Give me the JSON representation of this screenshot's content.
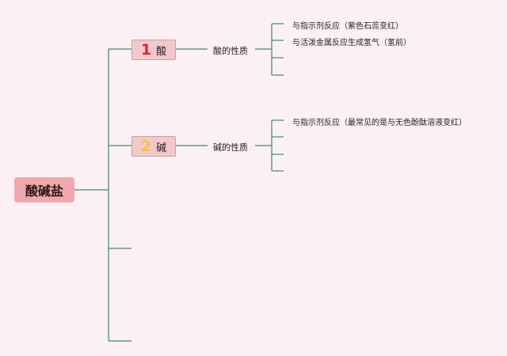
{
  "root": {
    "label": "酸碱盐"
  },
  "branches": [
    {
      "number": "1",
      "label": "酸",
      "child": "酸的性质",
      "leaves": [
        "与指示剂反应（紫色石蕊变红）",
        "与活泼金属反应生成氢气（氢前）",
        "",
        ""
      ]
    },
    {
      "number": "2",
      "label": "碱",
      "child": "碱的性质",
      "leaves": [
        "与指示剂反应（最常见的是与无色酚酞溶液变红）",
        "",
        "",
        ""
      ]
    }
  ],
  "colors": {
    "background": "#fbf0f3",
    "connector": "#3d8a78",
    "root_fill": "#f2a7ad",
    "branch_fill": "#f3c8cb",
    "number_1": "#e3242b",
    "number_2": "#f3c43a"
  }
}
